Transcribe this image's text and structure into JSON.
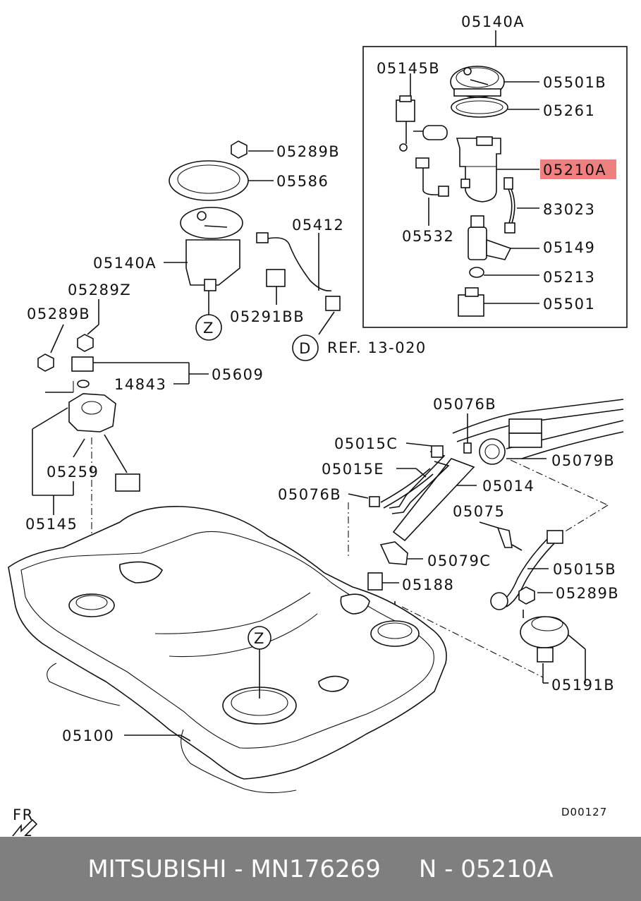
{
  "labels": {
    "l05140A_top": "05140A",
    "l05145B": "05145B",
    "l05501B": "05501B",
    "l05261": "05261",
    "l05210A": "05210A",
    "l83023": "83023",
    "l05532": "05532",
    "l05149": "05149",
    "l05213": "05213",
    "l05501": "05501",
    "l05289B_a": "05289B",
    "l05586": "05586",
    "l05412": "05412",
    "l05140A_mid": "05140A",
    "l05289Z": "05289Z",
    "l05289B_b": "05289B",
    "l05291BB": "05291BB",
    "lZ_1": "Z",
    "lD": "D",
    "lREF": "REF. 13-020",
    "l05609": "05609",
    "l14843": "14843",
    "l05259": "05259",
    "l05145": "05145",
    "l05076B_a": "05076B",
    "l05015C": "05015C",
    "l05079B": "05079B",
    "l05015E": "05015E",
    "l05014": "05014",
    "l05076B_b": "05076B",
    "l05075": "05075",
    "l05079C": "05079C",
    "l05015B": "05015B",
    "l05188": "05188",
    "l05289B_c": "05289B",
    "lZ_2": "Z",
    "l05191B": "05191B",
    "l05100": "05100",
    "lFR": "FR",
    "lCode": "D00127"
  },
  "highlight_color": "#f08080",
  "footer": {
    "text": "MITSUBISHI - MN176269     N - 05210A",
    "background": "#7f7f7f",
    "color": "#ffffff"
  }
}
